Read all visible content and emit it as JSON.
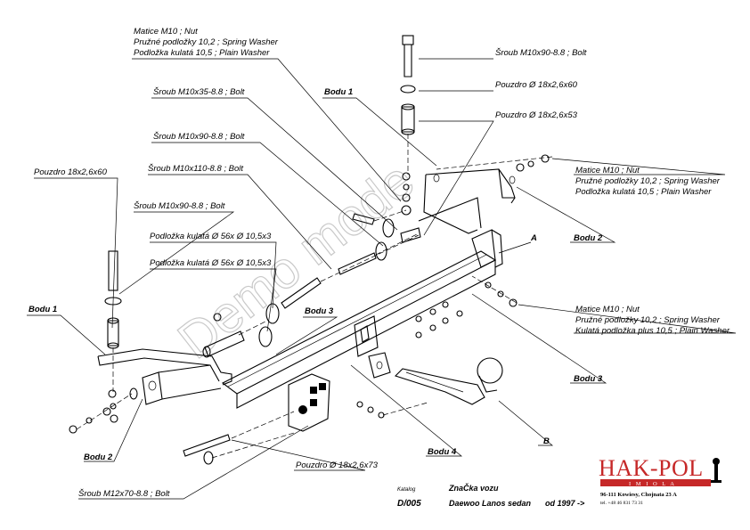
{
  "labels": {
    "nut_top_left_1": "Matice  M10 ; Nut",
    "nut_top_left_2": "Pružné podložky 10,2 ; Spring Washer",
    "nut_top_left_3": "Podložka kulatá 10,5 ; Plain Washer",
    "bolt_m10x35": "Šroub M10x35-8.8 ;  Bolt",
    "bolt_m10x90_mid": "Šroub M10x90-8.8 ;  Bolt",
    "bolt_m10x110": "Šroub M10x110-8.8 ;  Bolt",
    "sleeve_left": "Pouzdro 18x2,6x60",
    "bolt_m10x90_left": "Šroub M10x90-8.8 ;  Bolt",
    "washer_56_a": "Podložka kulatá  Ø 56x Ø 10,5x3",
    "washer_56_b": "Podložka kulatá  Ø 56x Ø 10,5x3",
    "bodu1_left": "Bodu 1",
    "bodu3_mid": "Bodu 3",
    "bodu1_top": "Bodu 1",
    "bolt_m10x90_top": "Šroub M10x90-8.8 ;  Bolt",
    "sleeve_top_60": "Pouzdro  Ø 18x2,6x60",
    "sleeve_top_53": "Pouzdro  Ø 18x2,6x53",
    "nut_right_1": "Matice  M10 ; Nut",
    "nut_right_2": "Pružné podložky 10,2 ; Spring Washer",
    "nut_right_3": "Podložka kulatá 10,5 ; Plain Washer",
    "bodu2_right": "Bodu 2",
    "label_a": "A",
    "nut_right_low_1": "Matice M10 ; Nut",
    "nut_right_low_2": "Pružné podložky 10,2 ; Spring Washer",
    "nut_right_low_3": "Kulatá podložka plus 10,5 ; Plain Washer",
    "bodu3_right": "Bodu 3",
    "label_b": "B",
    "bodu2_left": "Bodu 2",
    "bodu4": "Bodu 4",
    "sleeve_bottom": "Pouzdro   Ø  18x2,6x73",
    "bolt_m12x70": "Šroub M12x70-8.8 ;  Bolt"
  },
  "footer": {
    "catalog_label": "Katalog",
    "catalog_number": "D/005",
    "brand_label": "ZnaČka vozu",
    "car_model": "Daewoo Lanos sedan",
    "year": "od 1997 ->"
  },
  "logo": {
    "name": "HAK-POL",
    "tagline": "I M I O L A",
    "address": "96-111 Kowiesy, Chojnata 23 A",
    "phone": "tel. +48 46 831 73 31",
    "color": "#c62828"
  },
  "watermark": "Demo mode"
}
